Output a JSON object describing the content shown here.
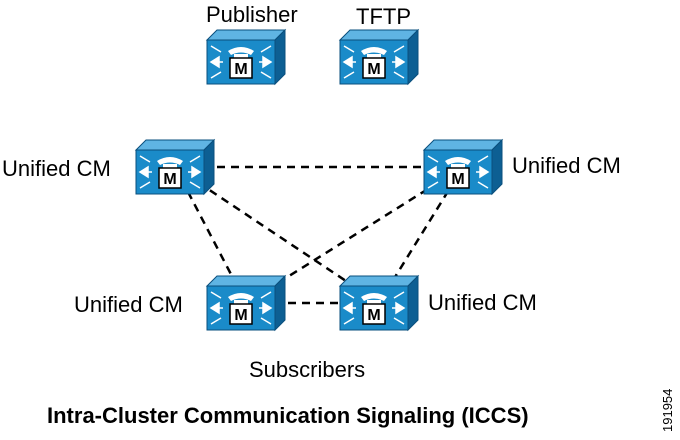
{
  "diagram": {
    "colors": {
      "device_front": "#1a8bc9",
      "device_top": "#5fb4e3",
      "device_side": "#0d5f93",
      "device_outline": "#0a4f7d",
      "badge_bg": "#ffffff",
      "link": "#000000"
    },
    "device_icon": "callmanager-server-icon",
    "nodes": {
      "publisher": {
        "label": "Publisher"
      },
      "tftp": {
        "label": "TFTP"
      },
      "cm_left": {
        "label": "Unified CM"
      },
      "cm_right": {
        "label": "Unified CM"
      },
      "cm_bottom_left": {
        "label": "Unified CM"
      },
      "cm_bottom_right": {
        "label": "Unified CM"
      }
    },
    "badge_text": "M",
    "links": [
      {
        "from": "cm_left",
        "to": "cm_right",
        "style": "dashed"
      },
      {
        "from": "cm_left",
        "to": "cm_bottom_left",
        "style": "dashed"
      },
      {
        "from": "cm_left",
        "to": "cm_bottom_right",
        "style": "dashed"
      },
      {
        "from": "cm_right",
        "to": "cm_bottom_left",
        "style": "dashed"
      },
      {
        "from": "cm_right",
        "to": "cm_bottom_right",
        "style": "dashed"
      },
      {
        "from": "cm_bottom_left",
        "to": "cm_bottom_right",
        "style": "dashed"
      }
    ],
    "group_label": "Subscribers",
    "caption": "Intra-Cluster Communication Signaling (ICCS)",
    "figure_id": "191954"
  }
}
